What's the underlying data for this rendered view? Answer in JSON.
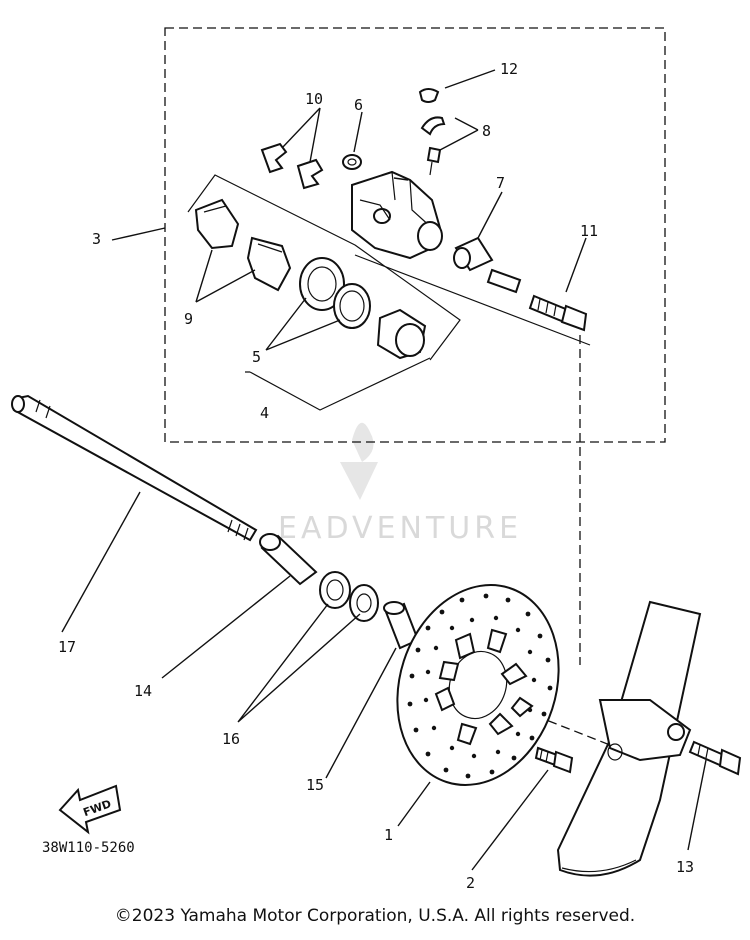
{
  "labels": {
    "p1": "1",
    "p2": "2",
    "p3": "3",
    "p4": "4",
    "p5": "5",
    "p6": "6",
    "p7": "7",
    "p8": "8",
    "p9": "9",
    "p10": "10",
    "p11": "11",
    "p12": "12",
    "p13": "13",
    "p14": "14",
    "p15": "15",
    "p16": "16",
    "p17": "17"
  },
  "fwd_label": "FWD",
  "diagram_code": "38W110-5260",
  "watermark": "EADVENTURE",
  "copyright": "©2023 Yamaha Motor Corporation, U.S.A. All rights reserved."
}
